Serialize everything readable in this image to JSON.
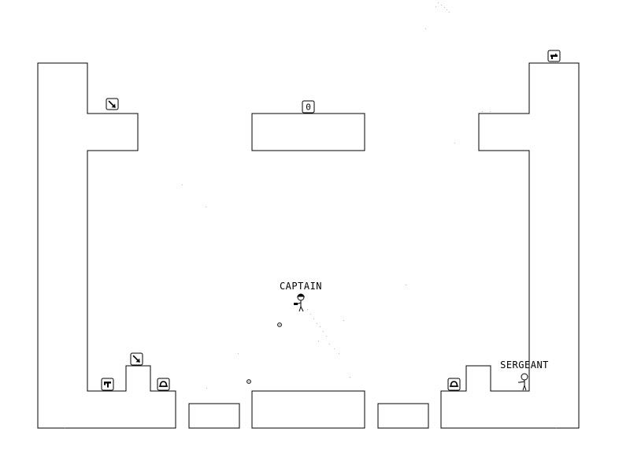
{
  "game": {
    "players": [
      {
        "id": "captain",
        "name": "CAPTAIN",
        "facing": "left"
      },
      {
        "id": "sergeant",
        "name": "SERGEANT",
        "facing": "left"
      }
    ],
    "crates": [
      {
        "id": "crate-top-left",
        "kind": "diagonal-arrow-icon"
      },
      {
        "id": "crate-top-center",
        "kind": "text",
        "label": "0"
      },
      {
        "id": "crate-top-right",
        "kind": "pistol-icon"
      },
      {
        "id": "crate-bottom-left-a",
        "kind": "hammer-icon"
      },
      {
        "id": "crate-bottom-left-b",
        "kind": "diagonal-arrow-icon"
      },
      {
        "id": "crate-bottom-left-c",
        "kind": "helmet-icon"
      },
      {
        "id": "crate-bottom-right",
        "kind": "helmet-icon"
      }
    ],
    "colors": {
      "background": "#ffffff",
      "ink": "#000000",
      "dust": "#b8b8b8"
    }
  }
}
